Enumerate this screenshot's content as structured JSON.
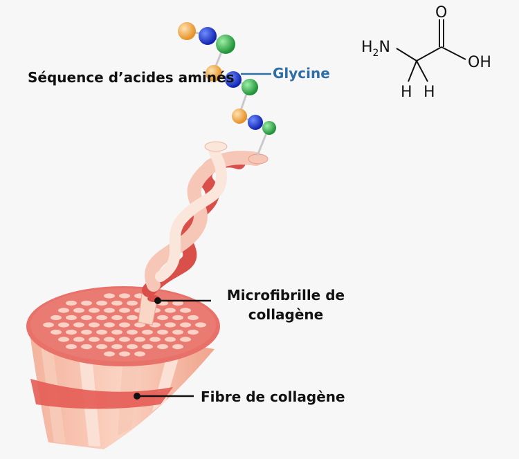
{
  "labels": {
    "sequence": "Séquence d’acides aminés",
    "glycine": "Glycine",
    "microfibril": "Microfibrille de collagène",
    "fibre": "Fibre de collagène"
  },
  "molecule": {
    "h2n_main": "H",
    "h2n_sub": "2",
    "h2n_n": "N",
    "oh": "OH",
    "o": "O",
    "h_left": "H",
    "h_right": "H"
  },
  "colors": {
    "glycine_label": "#2f6fa6",
    "amino_orange": "#f0a23a",
    "amino_blue": "#1f3fd6",
    "amino_green": "#2fb24a",
    "collagen_dark": "#d9504a",
    "collagen_light": "#f6c2ad"
  }
}
